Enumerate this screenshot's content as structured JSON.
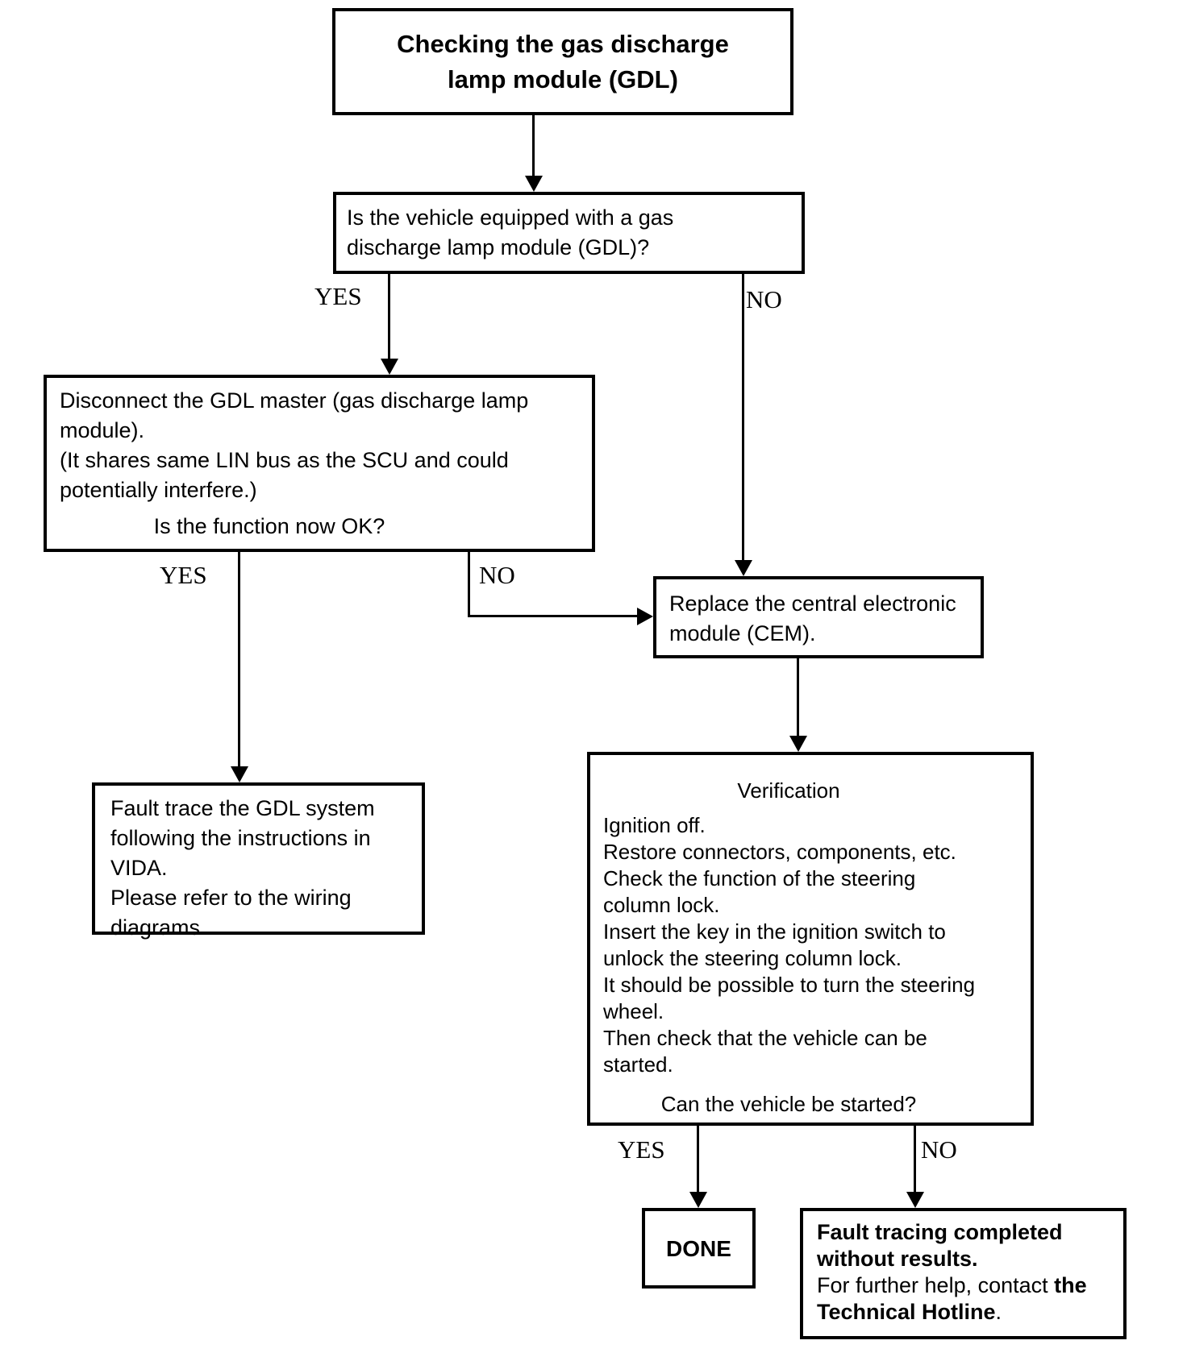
{
  "diagram": {
    "boxes": {
      "title": {
        "lines": [
          "Checking the gas discharge",
          "lamp module (GDL)"
        ]
      },
      "question": {
        "lines": [
          "Is the vehicle equipped with a gas",
          "discharge lamp module (GDL)?"
        ]
      },
      "disconnect": {
        "lines": [
          "Disconnect the GDL master (gas discharge lamp",
          "module).",
          "(It shares same LIN bus as the SCU and could",
          "potentially interfere.)"
        ],
        "question": "Is the function now OK?"
      },
      "replace_cem": {
        "lines": [
          "Replace the central electronic",
          "module (CEM)."
        ]
      },
      "fault_trace": {
        "lines": [
          "Fault trace the GDL system",
          "following the instructions in",
          "VIDA.",
          "Please refer to the wiring",
          "diagrams."
        ]
      },
      "verification": {
        "title": "Verification",
        "lines": [
          "Ignition off.",
          "Restore connectors, components, etc.",
          "Check the function of the steering",
          "column lock.",
          "Insert the key in the ignition switch to",
          "unlock the steering column lock.",
          "It should be possible to turn the steering",
          "wheel.",
          "Then check that the vehicle can be",
          "started."
        ],
        "question": "Can the vehicle be started?"
      },
      "done": {
        "label": "DONE"
      },
      "result": {
        "bold_line1": "Fault tracing completed",
        "bold_line2": "without results.",
        "line3_regular": "For further help, contact ",
        "line3_bold": "the",
        "line4_bold": "Technical Hotline",
        "line4_regular": "."
      }
    },
    "branch_labels": {
      "equipped_yes": "YES",
      "equipped_no": "NO",
      "function_ok_yes": "YES",
      "function_ok_no": "NO",
      "started_yes": "YES",
      "started_no": "NO"
    },
    "colors": {
      "line": "#000000",
      "background": "#ffffff",
      "text": "#000000"
    }
  }
}
